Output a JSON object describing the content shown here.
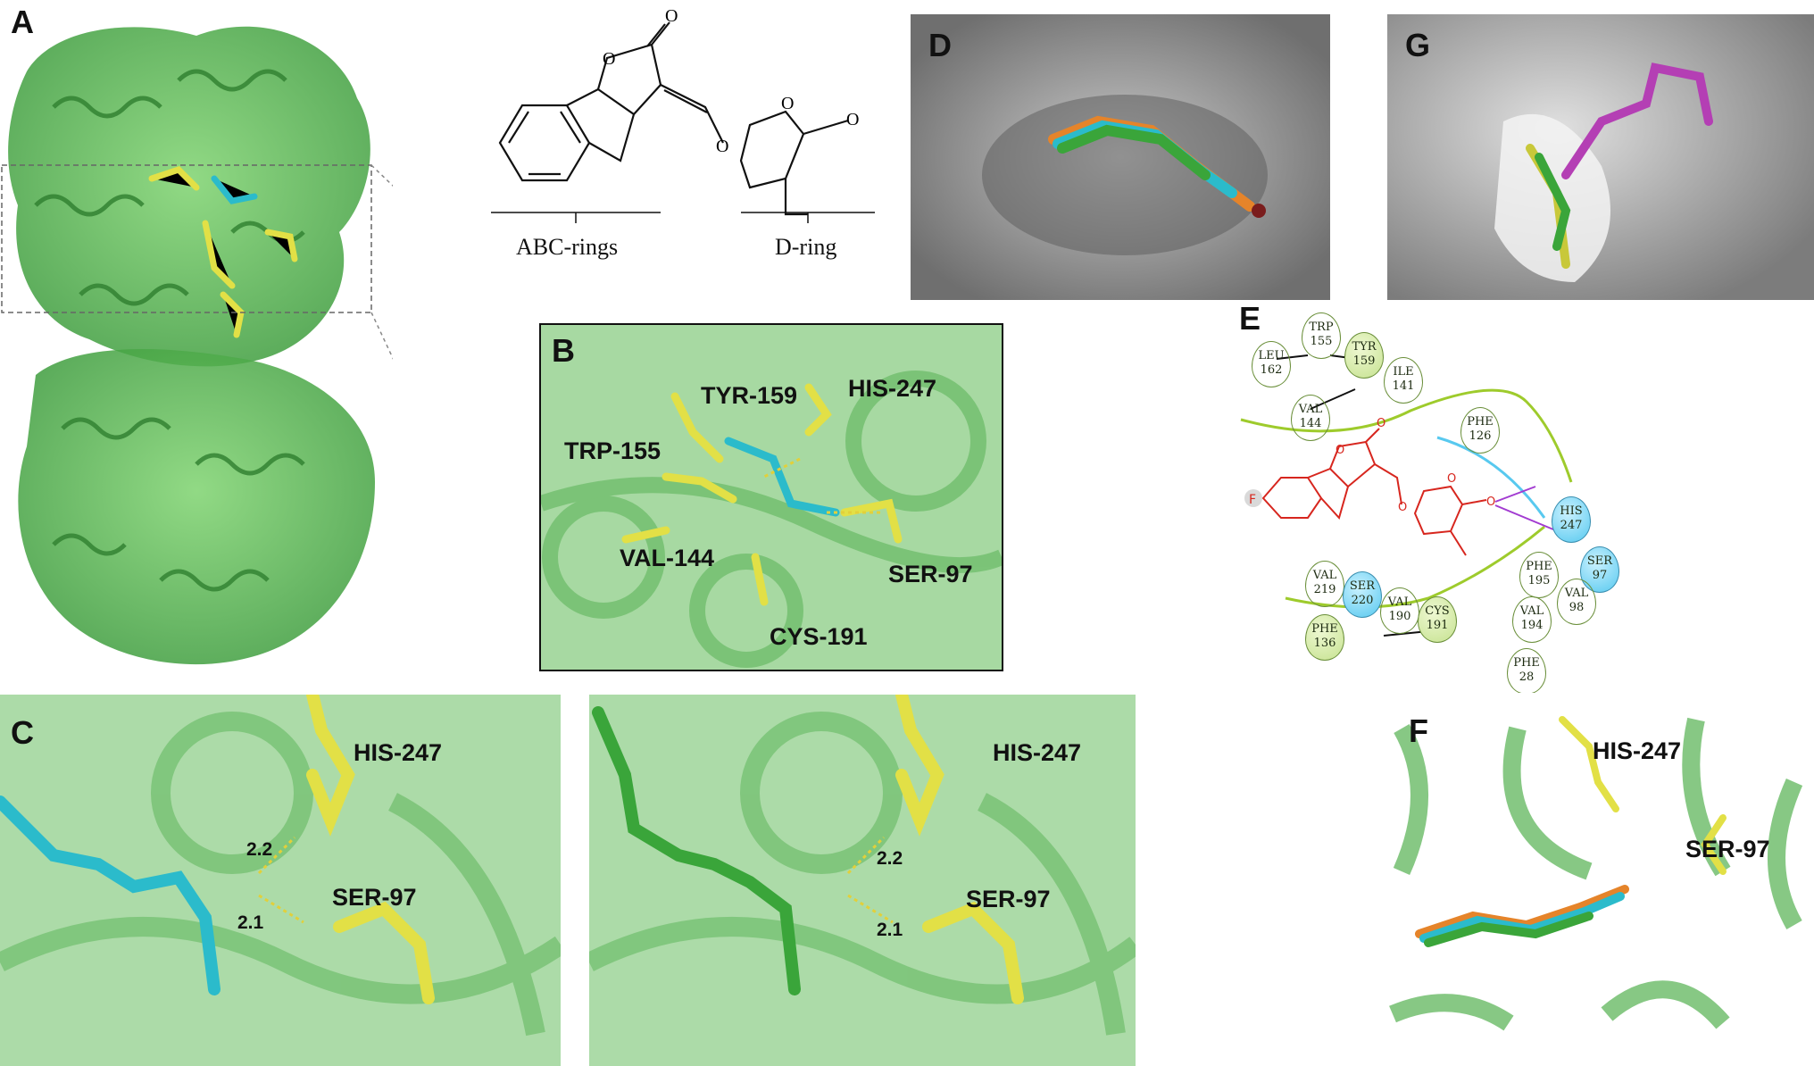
{
  "panels": {
    "A": "A",
    "B": "B",
    "C": "C",
    "D": "D",
    "E": "E",
    "F": "F",
    "G": "G"
  },
  "structure": {
    "abc_label": "ABC-rings",
    "d_label": "D-ring"
  },
  "panel_b": {
    "residues": [
      "TYR-159",
      "HIS-247",
      "TRP-155",
      "VAL-144",
      "SER-97",
      "CYS-191"
    ]
  },
  "panel_c": {
    "his": "HIS-247",
    "ser": "SER-97",
    "d1": "2.2",
    "d2": "2.1"
  },
  "panel_c2": {
    "his": "HIS-247",
    "ser": "SER-97",
    "d1": "2.2",
    "d2": "2.1"
  },
  "panel_e": {
    "fluorine": "F",
    "residues": [
      {
        "name": "LEU",
        "num": "162",
        "kind": "hyd"
      },
      {
        "name": "TRP",
        "num": "155",
        "kind": "hyd"
      },
      {
        "name": "TYR",
        "num": "159",
        "kind": "lt"
      },
      {
        "name": "ILE",
        "num": "141",
        "kind": "hyd"
      },
      {
        "name": "VAL",
        "num": "144",
        "kind": "hyd"
      },
      {
        "name": "PHE",
        "num": "126",
        "kind": "hyd"
      },
      {
        "name": "HIS",
        "num": "247",
        "kind": "pol"
      },
      {
        "name": "SER",
        "num": "97",
        "kind": "pol"
      },
      {
        "name": "PHE",
        "num": "195",
        "kind": "hyd"
      },
      {
        "name": "VAL",
        "num": "98",
        "kind": "hyd"
      },
      {
        "name": "VAL",
        "num": "194",
        "kind": "hyd"
      },
      {
        "name": "VAL",
        "num": "219",
        "kind": "hyd"
      },
      {
        "name": "SER",
        "num": "220",
        "kind": "pol"
      },
      {
        "name": "VAL",
        "num": "190",
        "kind": "hyd"
      },
      {
        "name": "CYS",
        "num": "191",
        "kind": "lt"
      },
      {
        "name": "PHE",
        "num": "136",
        "kind": "lt"
      },
      {
        "name": "PHE",
        "num": "28",
        "kind": "hyd"
      }
    ]
  },
  "panel_f": {
    "his": "HIS-247",
    "ser": "SER-97"
  },
  "colors": {
    "protein": "#5cb85c",
    "ligand_cyan": "#2bbbcb",
    "ligand_green": "#3aa53a",
    "ligand_orange": "#e5842a",
    "residue_yellow": "#e2e046",
    "surface_gray": "#8c8c8c",
    "ligand_2d": "#d7261e"
  }
}
